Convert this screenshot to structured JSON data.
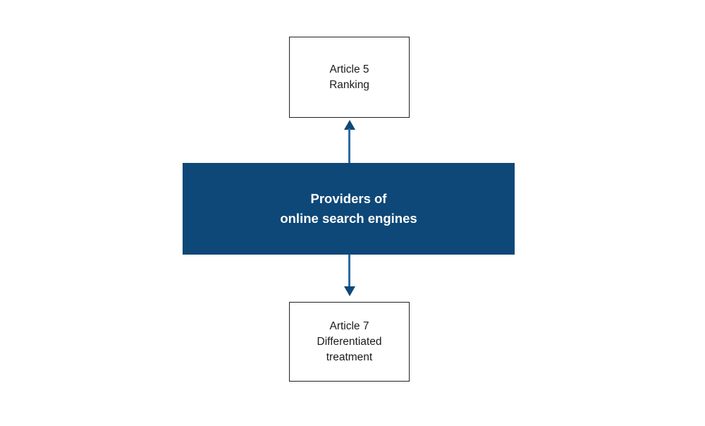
{
  "diagram": {
    "type": "flow-diagram",
    "nodes": {
      "top": {
        "line1": "Article 5",
        "line2": "Ranking"
      },
      "center": {
        "line1": "Providers of",
        "line2": "online search engines"
      },
      "bottom": {
        "line1": "Article 7",
        "line2": "Differentiated",
        "line3": "treatment"
      }
    },
    "connectors": [
      {
        "from": "center",
        "to": "top",
        "direction": "up"
      },
      {
        "from": "center",
        "to": "bottom",
        "direction": "down"
      }
    ],
    "colors": {
      "primary_blue": "#0e4878",
      "arrow_line_blue": "#2f6ba1",
      "box_border": "#1f1f1f",
      "box_text": "#1a1a1a",
      "center_text": "#ffffff",
      "background": "#ffffff"
    }
  }
}
